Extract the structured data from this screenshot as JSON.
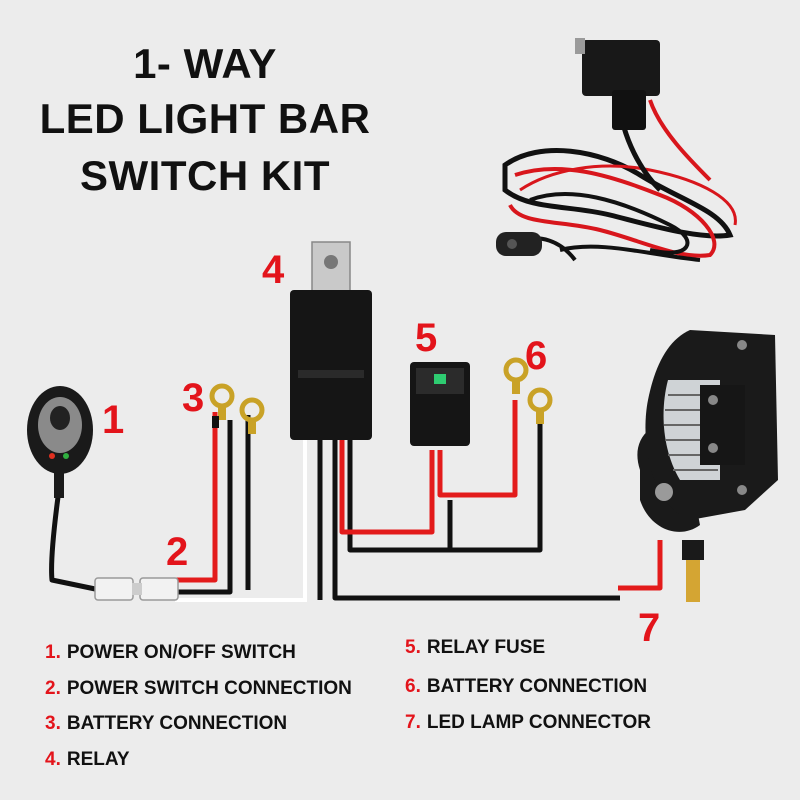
{
  "title": {
    "line1": "1- WAY",
    "line2": "LED LIGHT BAR",
    "line3": "SWITCH KIT"
  },
  "callouts": [
    "1",
    "2",
    "3",
    "4",
    "5",
    "6",
    "7"
  ],
  "legend": [
    {
      "num": "1.",
      "text": "POWER ON/OFF SWITCH"
    },
    {
      "num": "2.",
      "text": "POWER SWITCH CONNECTION"
    },
    {
      "num": "3.",
      "text": "BATTERY CONNECTION"
    },
    {
      "num": "4.",
      "text": "RELAY"
    },
    {
      "num": "5.",
      "text": "RELAY FUSE"
    },
    {
      "num": "6.",
      "text": "BATTERY CONNECTION"
    },
    {
      "num": "7.",
      "text": "LED LAMP CONNECTOR"
    }
  ],
  "colors": {
    "background": "#ececec",
    "callout_red": "#e3141b",
    "wire_red": "#e31b1b",
    "wire_black": "#111111",
    "wire_white": "#ffffff"
  }
}
